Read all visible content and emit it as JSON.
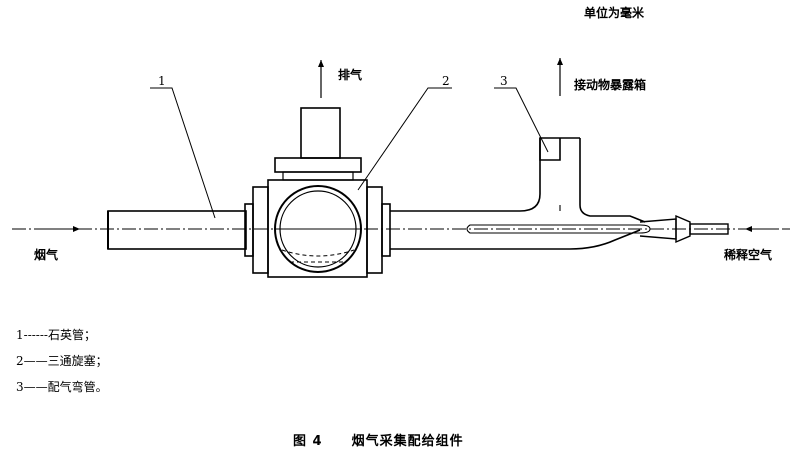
{
  "header": {
    "unit_note": "单位为毫米"
  },
  "diagram": {
    "labels": {
      "exhaust": "排气",
      "to_exposure_box": "接动物暴露箱",
      "smoke_in": "烟气",
      "dilution_air": "稀释空气"
    },
    "callouts": [
      "1",
      "2",
      "3"
    ]
  },
  "legend": [
    {
      "num": "1",
      "dash": "------",
      "text": "石英管；"
    },
    {
      "num": "2",
      "dash": "——",
      "text": "三通旋塞；"
    },
    {
      "num": "3",
      "dash": "——",
      "text": "配气弯管。"
    }
  ],
  "caption": {
    "figure": "图 4",
    "title": "烟气采集配给组件"
  }
}
